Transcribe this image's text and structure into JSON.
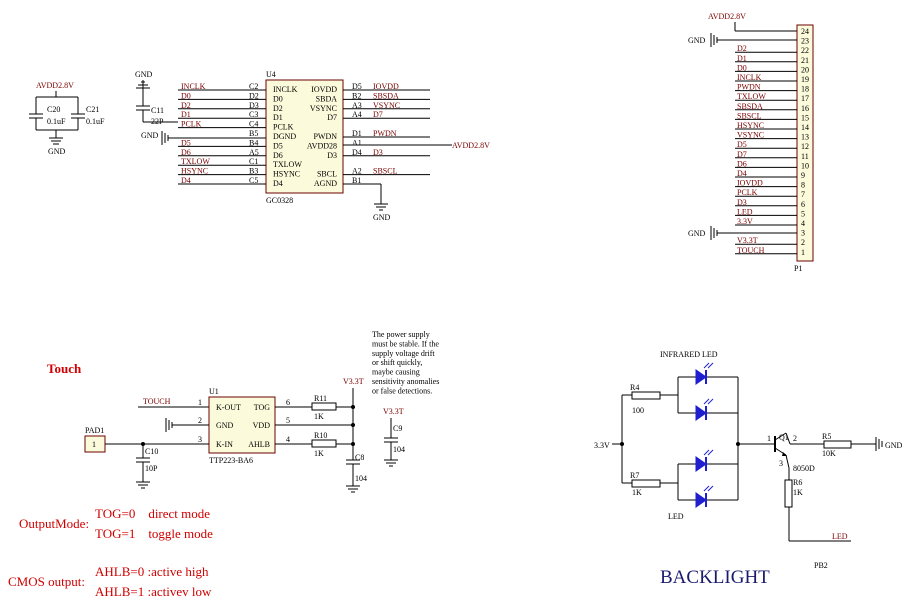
{
  "power": {
    "avdd": "AVDD2.8V",
    "gnd": "GND",
    "v33": "V3.3T",
    "v33b": "3.3V"
  },
  "capacitors": {
    "c20": {
      "ref": "C20",
      "val": "0.1uF"
    },
    "c21": {
      "ref": "C21",
      "val": "0.1uF"
    },
    "c11": {
      "ref": "C11",
      "val": "22P"
    },
    "c9": {
      "ref": "C9",
      "val": "104"
    },
    "c8": {
      "ref": "C8",
      "val": "104"
    },
    "c10": {
      "ref": "C10",
      "val": "10P"
    }
  },
  "u4": {
    "ref": "U4",
    "part": "GC0328",
    "left_nets": [
      "INCLK",
      "D0",
      "D2",
      "D1",
      "PCLK",
      "",
      "D5",
      "D6",
      "TXLOW",
      "HSYNC",
      "D4"
    ],
    "left_pins": [
      "C2",
      "D2",
      "D3",
      "C3",
      "C4",
      "B5",
      "B4",
      "A5",
      "C1",
      "B3",
      "C5"
    ],
    "left_inner": [
      "INCLK",
      "D0",
      "D2",
      "D1",
      "PCLK",
      "DGND",
      "D5",
      "D6",
      "TXLOW",
      "HSYNC",
      "D4"
    ],
    "right_inner": [
      "IOVDD",
      "SBDA",
      "VSYNC",
      "D7",
      "",
      "PWDN",
      "AVDD28",
      "D3",
      "",
      "SBCL",
      "AGND"
    ],
    "right_pins": [
      "D5",
      "B2",
      "A3",
      "A4",
      "",
      "D1",
      "A1",
      "D4",
      "",
      "A2",
      "B1"
    ],
    "right_nets": [
      "IOVDD",
      "SBSDA",
      "VSYNC",
      "D7",
      "",
      "PWDN",
      "",
      "D3",
      "",
      "SBSCL",
      ""
    ],
    "avdd_label": "AVDD2.8V"
  },
  "p1": {
    "ref": "P1",
    "top_label": "AVDD2.8V",
    "pins": [
      "24",
      "23",
      "22",
      "21",
      "20",
      "19",
      "18",
      "17",
      "16",
      "15",
      "14",
      "13",
      "12",
      "11",
      "10",
      "9",
      "8",
      "7",
      "6",
      "5",
      "4",
      "3",
      "2",
      "1"
    ],
    "nets": [
      "",
      "",
      "D2",
      "D1",
      "D0",
      "INCLK",
      "PWDN",
      "TXLOW",
      "SBSDA",
      "SBSCL",
      "HSYNC",
      "VSYNC",
      "D5",
      "D7",
      "D6",
      "D4",
      "IOVDD",
      "PCLK",
      "D3",
      "LED",
      "3.3V",
      "",
      "V3.3T",
      "TOUCH"
    ]
  },
  "touch": {
    "title": "Touch",
    "u1_ref": "U1",
    "u1_part": "TTP223-BA6",
    "touch_net": "TOUCH",
    "pad_ref": "PAD1",
    "pad_pin": "1",
    "left_pins": [
      "1",
      "2",
      "3"
    ],
    "left_inner": [
      "K-OUT",
      "GND",
      "K-IN"
    ],
    "right_pins": [
      "6",
      "5",
      "4"
    ],
    "right_inner": [
      "TOG",
      "VDD",
      "AHLB"
    ],
    "r11": {
      "ref": "R11",
      "val": "1K"
    },
    "r10": {
      "ref": "R10",
      "val": "1K"
    },
    "note": [
      "The power supply",
      "must be stable. If the",
      "supply voltage drift",
      "or shift quickly,",
      "maybe causing",
      "sensitivity anomalies",
      "or false detections."
    ]
  },
  "modes": {
    "output_label": "OutputMode:",
    "output_lines": [
      "TOG=0    direct mode",
      "TOG=1    toggle mode"
    ],
    "cmos_label": "CMOS output:",
    "cmos_lines": [
      "AHLB=0 :active high",
      "AHLB=1 :activev low"
    ]
  },
  "backlight": {
    "title": "BACKLIGHT",
    "ir_label": "INFRARED LED",
    "led_label": "LED",
    "r4": {
      "ref": "R4",
      "val": "100"
    },
    "r7": {
      "ref": "R7",
      "val": "1K"
    },
    "r5": {
      "ref": "R5",
      "val": "10K"
    },
    "r6": {
      "ref": "R6",
      "val": "1K"
    },
    "q1": {
      "ref": "Q1",
      "part": "8050D"
    },
    "q_pins": [
      "1",
      "2",
      "3"
    ],
    "led_net": "LED",
    "gnd": "GND",
    "page_ref": "PB2"
  }
}
